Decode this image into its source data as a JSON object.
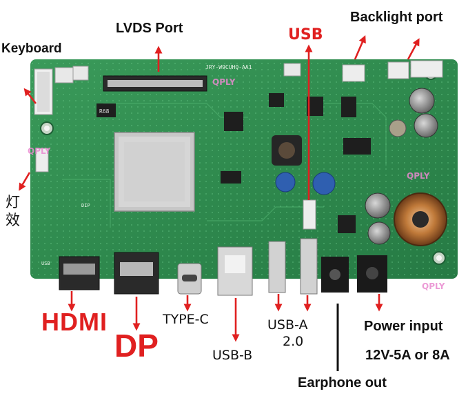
{
  "labels": {
    "keyboard": "Keyboard",
    "lvds_port": "LVDS Port",
    "usb": "USB",
    "backlight_port": "Backlight port",
    "light_effect": "灯效",
    "hdmi": "HDMI",
    "dp": "DP",
    "type_c": "TYPE-C",
    "usb_b": "USB-B",
    "usb_a": "USB-A",
    "usb_a_ver": "2.0",
    "power_input": "Power input",
    "power_spec": "12V-5A or 8A",
    "earphone_out": "Earphone out"
  },
  "board": {
    "model_silk": "JRY-W9CUHQ-AA1",
    "silk_r68": "R68",
    "silk_dip": "DIP",
    "silk_usb": "USB"
  },
  "watermark": "QPLY",
  "colors": {
    "pcb": "#2f8a4e",
    "arrow": "#e02020",
    "label_red": "#e02020",
    "watermark": "#e98ad0"
  }
}
